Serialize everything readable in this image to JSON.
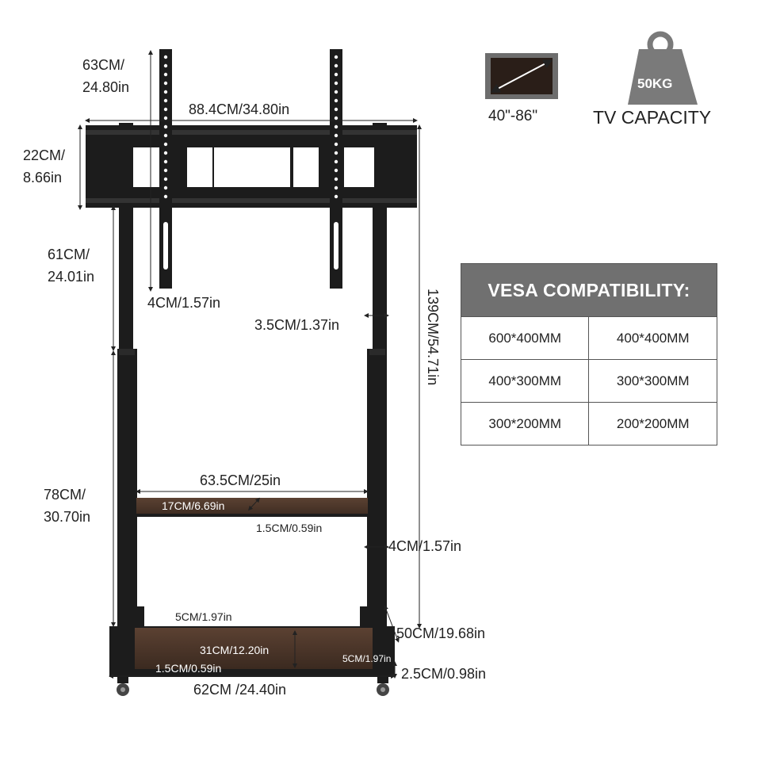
{
  "capacity": {
    "screen_size": "40\"-86\"",
    "weight_badge": "50KG",
    "capacity_label": "TV CAPACITY"
  },
  "vesa": {
    "title": "VESA COMPATIBILITY:",
    "rows": [
      [
        "600*400MM",
        "400*400MM"
      ],
      [
        "400*300MM",
        "300*300MM"
      ],
      [
        "300*200MM",
        "200*200MM"
      ]
    ]
  },
  "dimensions": {
    "bracket_height_cm": "63CM/",
    "bracket_height_in": "24.80in",
    "bracket_width": "88.4CM/34.80in",
    "plate_height_cm": "22CM/",
    "plate_height_in": "8.66in",
    "upper_column_cm": "61CM/",
    "upper_column_in": "24.01in",
    "arm_width": "4CM/1.57in",
    "column_width": "3.5CM/1.37in",
    "total_height": "139CM/54.71in",
    "lower_column_cm": "78CM/",
    "lower_column_in": "30.70in",
    "shelf_width": "63.5CM/25in",
    "shelf_depth": "17CM/6.69in",
    "shelf_thickness": "1.5CM/0.59in",
    "lower_column_width": "4CM/1.57in",
    "base_post": "5CM/1.97in",
    "base_depth": "31CM/12.20in",
    "base_board_thickness": "1.5CM/0.59in",
    "base_side": "5CM/1.97in",
    "base_length": "50CM/19.68in",
    "base_height": "2.5CM/0.98in",
    "base_width": "62CM /24.40in"
  },
  "colors": {
    "steel": "#1c1c1c",
    "wood": "#4a3428",
    "badge_gray": "#7a7a7a",
    "header_gray": "#707070"
  }
}
